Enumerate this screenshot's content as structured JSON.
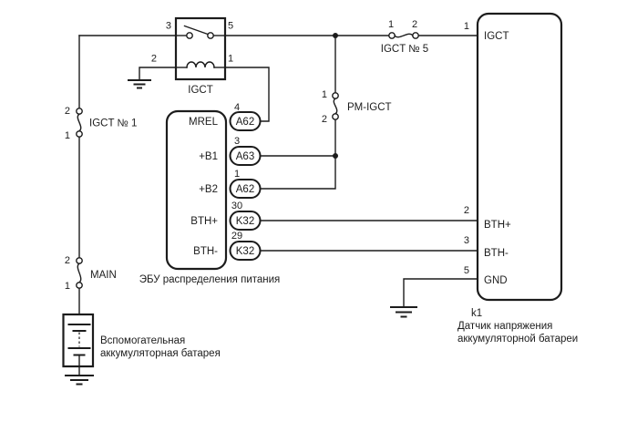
{
  "colors": {
    "ink": "#1c1c1c",
    "background": "#ffffff"
  },
  "relay": {
    "name": "IGCT",
    "pin3": "3",
    "pin5": "5",
    "pin2": "2",
    "pin1": "1"
  },
  "fuse_igct1": {
    "name": "IGCT № 1",
    "pin_top": "2",
    "pin_bottom": "1"
  },
  "fuse_main": {
    "name": "MAIN",
    "pin_top": "2",
    "pin_bottom": "1"
  },
  "fuse_igct5": {
    "name": "IGCT № 5",
    "pin_left": "1",
    "pin_right": "2"
  },
  "fuse_pm_igct": {
    "name": "PM-IGCT",
    "pin_top": "1",
    "pin_bottom": "2"
  },
  "battery": {
    "line1": "Вспомогательная",
    "line2": "аккумуляторная батарея"
  },
  "ecu": {
    "caption": "ЭБУ распределения питания",
    "pins": [
      {
        "label": "MREL",
        "connector": "A62",
        "number": "4"
      },
      {
        "label": "+B1",
        "connector": "A63",
        "number": "3"
      },
      {
        "label": "+B2",
        "connector": "A62",
        "number": "1"
      },
      {
        "label": "BTH+",
        "connector": "K32",
        "number": "30"
      },
      {
        "label": "BTH-",
        "connector": "K32",
        "number": "29"
      }
    ]
  },
  "sensor": {
    "id": "k1",
    "caption_line1": "Датчик напряжения",
    "caption_line2": "аккумуляторной батареи",
    "pins": [
      {
        "label": "IGCT",
        "number": "1"
      },
      {
        "label": "BTH+",
        "number": "2"
      },
      {
        "label": "BTH-",
        "number": "3"
      },
      {
        "label": "GND",
        "number": "5"
      }
    ]
  }
}
